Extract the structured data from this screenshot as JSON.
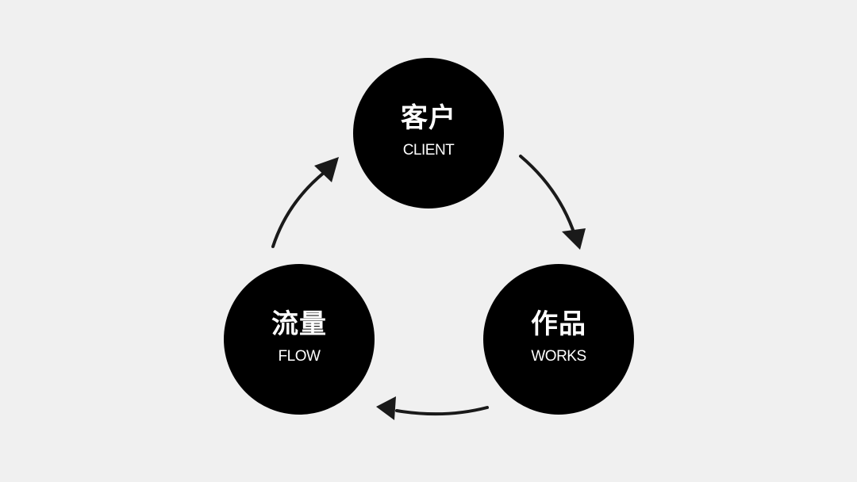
{
  "colors": {
    "background": "#f0f0f0",
    "node_fill": "#000000",
    "node_text": "#ffffff",
    "arrow": "#1a1a1a"
  },
  "nodes": {
    "client": {
      "title": "客户",
      "subtitle": "CLIENT"
    },
    "works": {
      "title": "作品",
      "subtitle": "WORKS"
    },
    "flow": {
      "title": "流量",
      "subtitle": "FLOW"
    }
  },
  "cycle": [
    "client",
    "works",
    "flow"
  ]
}
